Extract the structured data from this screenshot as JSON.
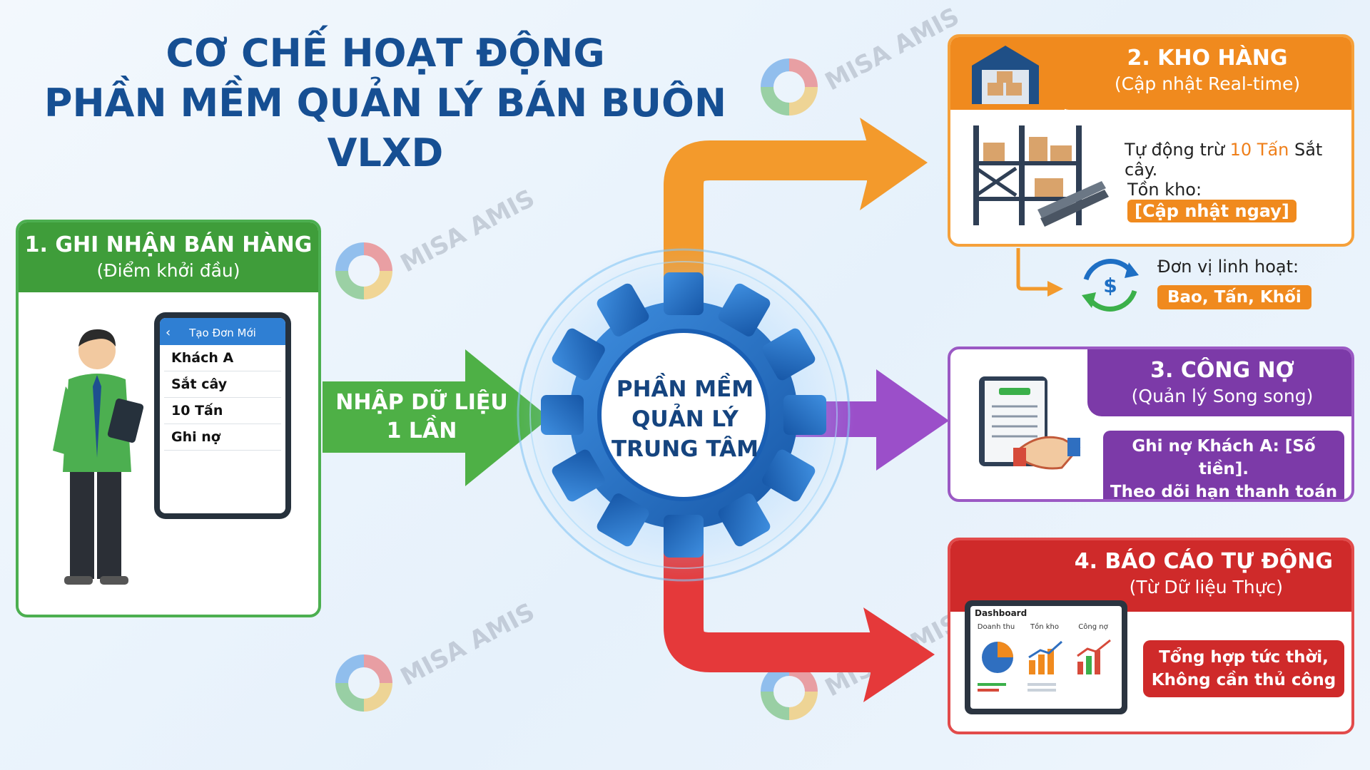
{
  "title": {
    "line1": "CƠ CHẾ HOẠT ĐỘNG",
    "line2": "PHẦN MỀM QUẢN LÝ BÁN BUÔN VLXD"
  },
  "watermark": "MISA AMIS",
  "step1": {
    "title": "1. GHI NHẬN BÁN HÀNG",
    "subtitle": "(Điểm khởi đầu)",
    "phone": {
      "header": "Tạo Đơn Mới",
      "back": "‹",
      "rows": [
        "Khách A",
        "Sắt cây",
        "10 Tấn",
        "Ghi nợ"
      ]
    }
  },
  "input_arrow": {
    "line1": "NHẬP DỮ LIỆU",
    "line2": "1 LẦN"
  },
  "center": {
    "line1": "PHẦN MỀM",
    "line2": "QUẢN LÝ",
    "line3": "TRUNG TÂM"
  },
  "step2": {
    "title": "2. KHO HÀNG",
    "subtitle": "(Cập nhật Real-time)",
    "line1_pre": "Tự động trừ ",
    "line1_highlight": "10 Tấn",
    "line1_post": " Sắt cây.",
    "line2_label": "Tồn kho: ",
    "line2_badge": "[Cập nhật ngay]",
    "unit_label": "Đơn vị linh hoạt:",
    "unit_badge": "Bao, Tấn, Khối"
  },
  "step3": {
    "title": "3. CÔNG NỢ",
    "subtitle": "(Quản lý Song song)",
    "box_line1": "Ghi nợ Khách A: [Số tiền].",
    "box_line2": "Theo dõi hạn thanh toán"
  },
  "step4": {
    "title": "4. BÁO CÁO TỰ ĐỘNG",
    "subtitle": "(Từ Dữ liệu Thực)",
    "dashboard": {
      "title": "Dashboard",
      "cols": [
        "Doanh thu",
        "Tồn kho",
        "Công nợ"
      ]
    },
    "box_line1": "Tổng hợp tức thời,",
    "box_line2": "Không cần thủ công"
  },
  "colors": {
    "green": "#3f9d3a",
    "orange": "#f08a1e",
    "purple": "#7c3aa8",
    "red": "#cf2a2a",
    "blue": "#1e6fc4",
    "title": "#164f93"
  }
}
